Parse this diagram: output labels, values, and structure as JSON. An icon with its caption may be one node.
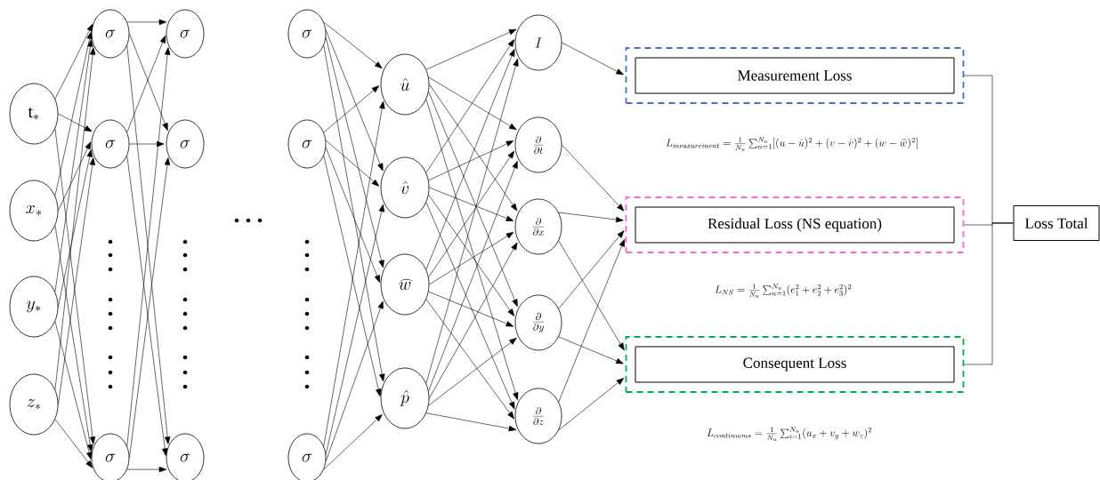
{
  "diagram": {
    "nodes": [
      {
        "text": [
          "\\mathrm{t}_*"
        ]
      },
      {
        "text": [
          "x_*"
        ]
      },
      {
        "text": [
          "y_*"
        ]
      },
      {
        "text": [
          "z_*"
        ]
      },
      {
        "text": [
          "\\sigma"
        ]
      },
      {
        "text": [
          "\\sigma"
        ]
      },
      {
        "text": [
          "\\sigma"
        ]
      },
      {
        "text": [
          "\\sigma"
        ]
      },
      {
        "text": [
          "\\sigma"
        ]
      },
      {
        "text": [
          "\\sigma"
        ]
      },
      {
        "text": [
          "\\sigma"
        ]
      },
      {
        "text": [
          "\\sigma"
        ]
      },
      {
        "text": [
          "\\sigma"
        ]
      },
      {
        "text": [
          "\\hat{u}"
        ]
      },
      {
        "text": [
          "\\hat{v}"
        ]
      },
      {
        "text": [
          "\\widehat{w}"
        ]
      },
      {
        "text": [
          "\\hat{p}"
        ]
      },
      {
        "text": [
          "I"
        ]
      },
      {
        "text": [
          "\\frac{\\partial}{\\partial t}"
        ]
      },
      {
        "text": [
          "\\frac{\\partial}{\\partial x}"
        ]
      },
      {
        "text": [
          "\\frac{\\partial}{\\partial y}"
        ]
      },
      {
        "text": [
          "\\frac{\\partial}{\\partial z}"
        ]
      },
      {
        "text": [],
        "shape": "box"
      },
      {
        "text": [
          "Measurement Loss"
        ],
        "in": 22
      },
      {
        "text": [],
        "shape": "box"
      },
      {
        "text": [
          "Residual Loss (NS equation)"
        ],
        "in": 24
      },
      {
        "text": [],
        "shape": "box"
      },
      {
        "text": [
          "Consequent Loss"
        ],
        "in": 26
      },
      {
        "text": [
          "Loss Total"
        ]
      }
    ],
    "edges": [
      {
        "from": 0,
        "to": 4,
        "arrow": "to"
      },
      {
        "from": 0,
        "to": 5,
        "arrow": "to"
      },
      {
        "from": 0,
        "to": 6,
        "arrow": "to"
      },
      {
        "from": 1,
        "to": 4,
        "arrow": "to"
      },
      {
        "from": 1,
        "to": 5,
        "arrow": "to"
      },
      {
        "from": 1,
        "to": 6,
        "arrow": "to"
      },
      {
        "from": 2,
        "to": 4,
        "arrow": "to"
      },
      {
        "from": 2,
        "to": 5,
        "arrow": "to"
      },
      {
        "from": 2,
        "to": 6,
        "arrow": "to"
      },
      {
        "from": 3,
        "to": 4,
        "arrow": "to"
      },
      {
        "from": 3,
        "to": 5,
        "arrow": "to"
      },
      {
        "from": 3,
        "to": 6,
        "arrow": "to"
      },
      {
        "from": 4,
        "to": 7,
        "arrow": "to"
      },
      {
        "from": 4,
        "to": 8,
        "arrow": "to"
      },
      {
        "from": 4,
        "to": 9,
        "arrow": "to"
      },
      {
        "from": 5,
        "to": 7,
        "arrow": "to"
      },
      {
        "from": 5,
        "to": 8,
        "arrow": "to"
      },
      {
        "from": 5,
        "to": 9,
        "arrow": "to"
      },
      {
        "from": 6,
        "to": 7,
        "arrow": "to"
      },
      {
        "from": 6,
        "to": 8,
        "arrow": "to"
      },
      {
        "from": 6,
        "to": 9,
        "arrow": "to"
      },
      {
        "from": 10,
        "to": 13,
        "arrow": "to"
      },
      {
        "from": 10,
        "to": 14,
        "arrow": "to"
      },
      {
        "from": 10,
        "to": 15,
        "arrow": "to"
      },
      {
        "from": 10,
        "to": 16,
        "arrow": "to"
      },
      {
        "from": 11,
        "to": 13,
        "arrow": "to"
      },
      {
        "from": 11,
        "to": 14,
        "arrow": "to"
      },
      {
        "from": 11,
        "to": 15,
        "arrow": "to"
      },
      {
        "from": 11,
        "to": 16,
        "arrow": "to"
      },
      {
        "from": 12,
        "to": 13,
        "arrow": "to"
      },
      {
        "from": 12,
        "to": 14,
        "arrow": "to"
      },
      {
        "from": 12,
        "to": 15,
        "arrow": "to"
      },
      {
        "from": 12,
        "to": 16,
        "arrow": "to"
      },
      {
        "from": 13,
        "to": 17,
        "arrow": "to"
      },
      {
        "from": 13,
        "to": 18,
        "arrow": "to"
      },
      {
        "from": 13,
        "to": 19,
        "arrow": "to"
      },
      {
        "from": 13,
        "to": 20,
        "arrow": "to"
      },
      {
        "from": 13,
        "to": 21,
        "arrow": "to"
      },
      {
        "from": 14,
        "to": 17,
        "arrow": "to"
      },
      {
        "from": 14,
        "to": 18,
        "arrow": "to"
      },
      {
        "from": 14,
        "to": 19,
        "arrow": "to"
      },
      {
        "from": 14,
        "to": 20,
        "arrow": "to"
      },
      {
        "from": 14,
        "to": 21,
        "arrow": "to"
      },
      {
        "from": 15,
        "to": 17,
        "arrow": "to"
      },
      {
        "from": 15,
        "to": 18,
        "arrow": "to"
      },
      {
        "from": 15,
        "to": 19,
        "arrow": "to"
      },
      {
        "from": 15,
        "to": 20,
        "arrow": "to"
      },
      {
        "from": 15,
        "to": 21,
        "arrow": "to"
      },
      {
        "from": 16,
        "to": 17,
        "arrow": "to"
      },
      {
        "from": 16,
        "to": 18,
        "arrow": "to"
      },
      {
        "from": 16,
        "to": 19,
        "arrow": "to"
      },
      {
        "from": 16,
        "to": 20,
        "arrow": "to"
      },
      {
        "from": 16,
        "to": 21,
        "arrow": "to"
      },
      {
        "from": 17,
        "to": 22,
        "arrow": "to"
      },
      {
        "from": 18,
        "to": 24,
        "arrow": "to"
      },
      {
        "from": 19,
        "to": 24,
        "arrow": "to"
      },
      {
        "from": 19,
        "to": 26,
        "arrow": "to"
      },
      {
        "from": 20,
        "to": 24,
        "arrow": "to"
      },
      {
        "from": 20,
        "to": 26,
        "arrow": "to"
      },
      {
        "from": 21,
        "to": 24,
        "arrow": "to"
      },
      {
        "from": 21,
        "to": 26,
        "arrow": "to"
      },
      {
        "from": 22,
        "to": 28,
        "arrow": "none"
      },
      {
        "from": 24,
        "to": 28,
        "arrow": "none"
      },
      {
        "from": 26,
        "to": 28,
        "arrow": "none"
      }
    ],
    "labels": [
      "L_{measurement}=\\frac{1}{N_u}\\sum_{n=1}^{N_u}[(u-\\hat{u})^2+(v-\\hat{v})^2+(w-\\widehat{w})^2]",
      "L_{NS}=\\frac{1}{N_u}\\sum_{n=1}^{N_u}(e_1^2+e_2^2+e_3^2)^2",
      "L_{continuous}=\\frac{1}{N_u}\\sum_{i=1}^{N_u}(u_x+v_y+w_z)^2"
    ]
  }
}
